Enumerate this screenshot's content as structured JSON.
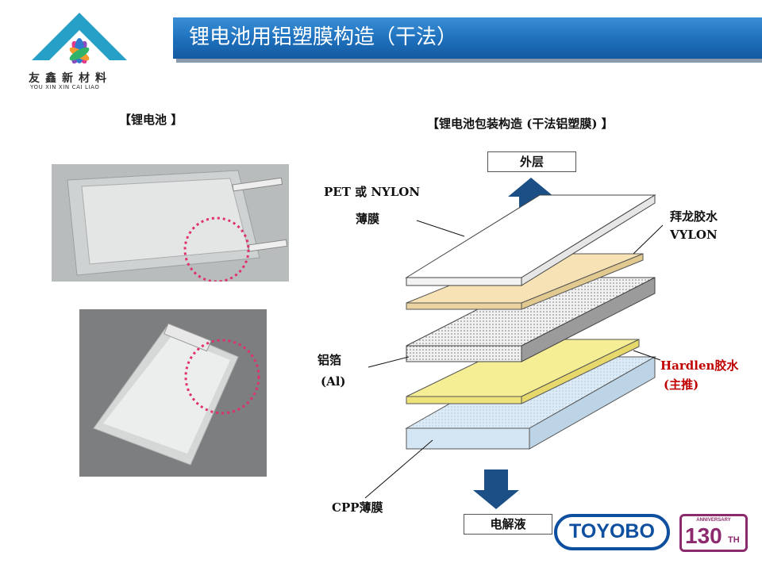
{
  "header": {
    "title": "锂电池用铝塑膜构造（干法）"
  },
  "logo": {
    "name": "友鑫新材料",
    "subtitle": "YOU XIN XIN CAI LIAO"
  },
  "left": {
    "heading": "【锂电池 】"
  },
  "right": {
    "heading": "【锂电池包装构造 (干法铝塑膜) 】",
    "outer_label": "外层",
    "electrolyte_label": "电解液",
    "pet_label_line1": "PET 或 NYLON",
    "pet_label_line2": "薄膜",
    "nylon_glue_line1": "拜龙胶水",
    "nylon_glue_line2": "VYLON",
    "al_line1": "铝箔",
    "al_line2": "(Al)",
    "hardlen_line1": "Hardlen胶水",
    "hardlen_line2": "(主推)",
    "cpp_label": "CPP薄膜"
  },
  "footer": {
    "brand": "TOYOBO",
    "anniversary_top": "ANNIVERSARY",
    "anniversary_num": "130",
    "anniversary_suffix": "TH"
  },
  "colors": {
    "title_blue": "#1d6fbb",
    "arrow_blue": "#1b4f86",
    "highlight_red": "#c00000",
    "pink_circle": "#e0306e"
  }
}
